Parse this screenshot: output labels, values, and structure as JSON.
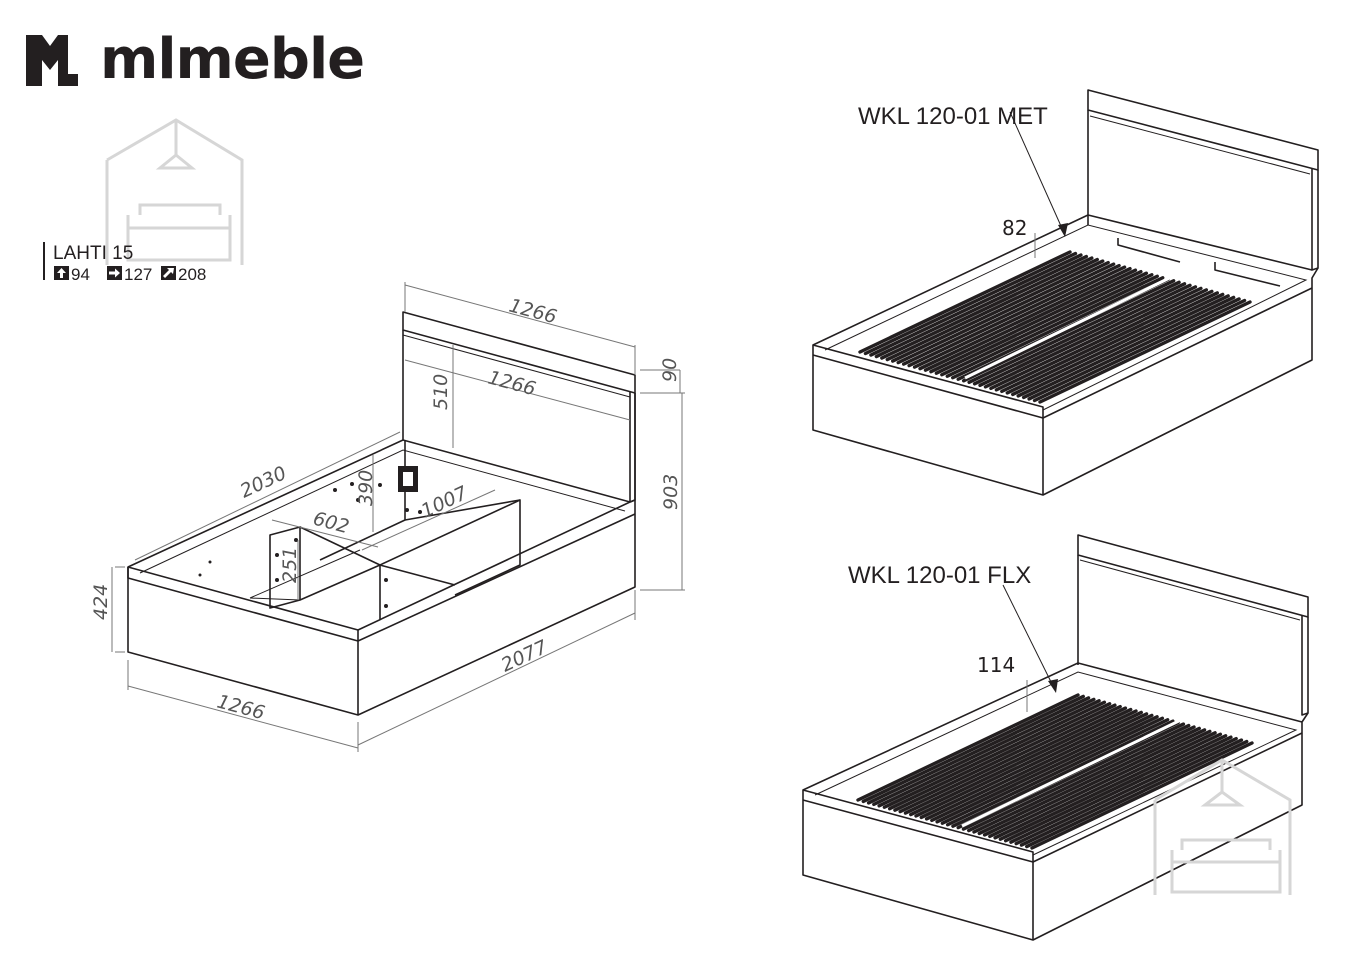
{
  "brand": {
    "name": "mlmeble"
  },
  "product": {
    "model": "LAHTI 15",
    "package_dims": [
      {
        "icon": "arrow-up-icon",
        "value": "94"
      },
      {
        "icon": "arrow-right-icon",
        "value": "127"
      },
      {
        "icon": "arrow-diagonal-icon",
        "value": "208"
      }
    ]
  },
  "main_drawing": {
    "dims": {
      "headboard_width": "1266",
      "headboard_inner_width": "1266",
      "headboard_panel_height": "510",
      "headboard_top": "90",
      "total_height": "903",
      "inner_length": "2030",
      "storage_depth": "390",
      "divider_length": "1007",
      "compartment_width": "602",
      "compartment_height": "251",
      "side_height": "424",
      "front_width": "1266",
      "total_length": "2077"
    }
  },
  "variants": [
    {
      "label": "WKL 120-01 MET",
      "height_dim": "82"
    },
    {
      "label": "WKL 120-01 FLX",
      "height_dim": "114"
    }
  ]
}
